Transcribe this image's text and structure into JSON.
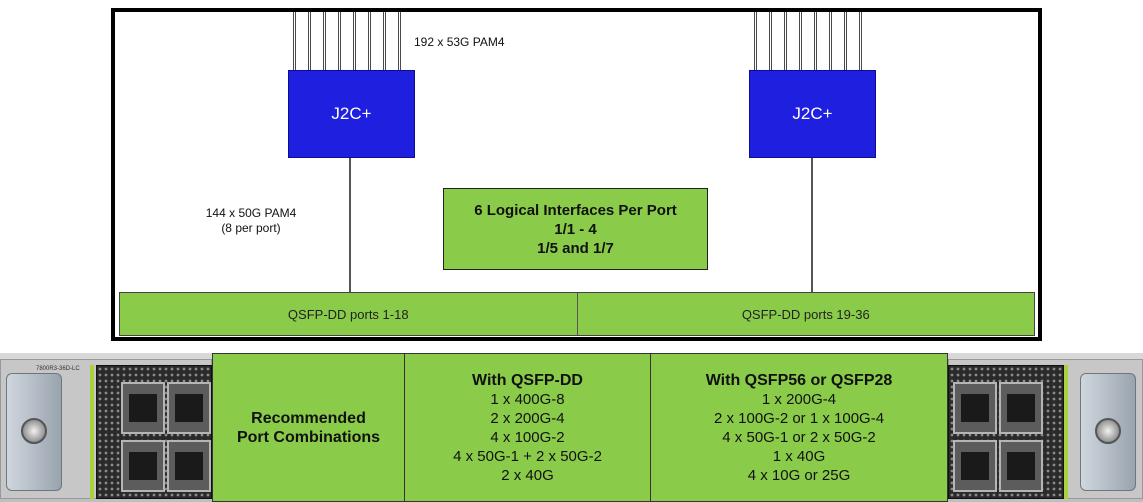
{
  "diagram": {
    "chip_left_label": "J2C+",
    "chip_right_label": "J2C+",
    "serdes_top_label": "192 x 53G PAM4",
    "serdes_bottom_label_1": "144 x 50G PAM4",
    "serdes_bottom_label_2": "(8 per port)",
    "logical": {
      "line1": "6 Logical Interfaces Per Port",
      "line2": "1/1 - 4",
      "line3": "1/5 and 1/7"
    },
    "ports": {
      "left": "QSFP-DD ports 1-18",
      "right": "QSFP-DD ports 19-36"
    }
  },
  "linecard": {
    "label": "7800R3-36D-LC"
  },
  "recommended": {
    "title_line1": "Recommended",
    "title_line2": "Port Combinations",
    "qsfp_dd": {
      "heading": "With QSFP-DD",
      "items": [
        "1 x 400G-8",
        "2 x 200G-4",
        "4 x 100G-2",
        "4 x 50G-1 + 2 x 50G-2",
        "2 x 40G"
      ]
    },
    "qsfp56": {
      "heading": "With QSFP56 or QSFP28",
      "items": [
        "1 x 200G-4",
        "2 x 100G-2 or 1 x 100G-4",
        "4 x 50G-1 or 2 x 50G-2",
        "1 x 40G",
        "4 x 10G or 25G"
      ]
    }
  },
  "colors": {
    "chip": "#1f1fe0",
    "green": "#8acc4a",
    "frame": "#000000"
  }
}
